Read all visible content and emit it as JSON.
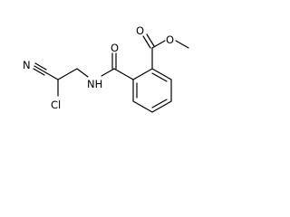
{
  "atom_labels": {
    "ester_oxygen_top": "O",
    "ester_oxygen_methyl": "O",
    "amide_oxygen": "O",
    "amide_nitrogen": "NH",
    "nitrile_nitrogen": "N",
    "chlorine": "Cl"
  },
  "colors": {
    "bond": "#000000",
    "label": "#000000",
    "background": "#ffffff"
  }
}
